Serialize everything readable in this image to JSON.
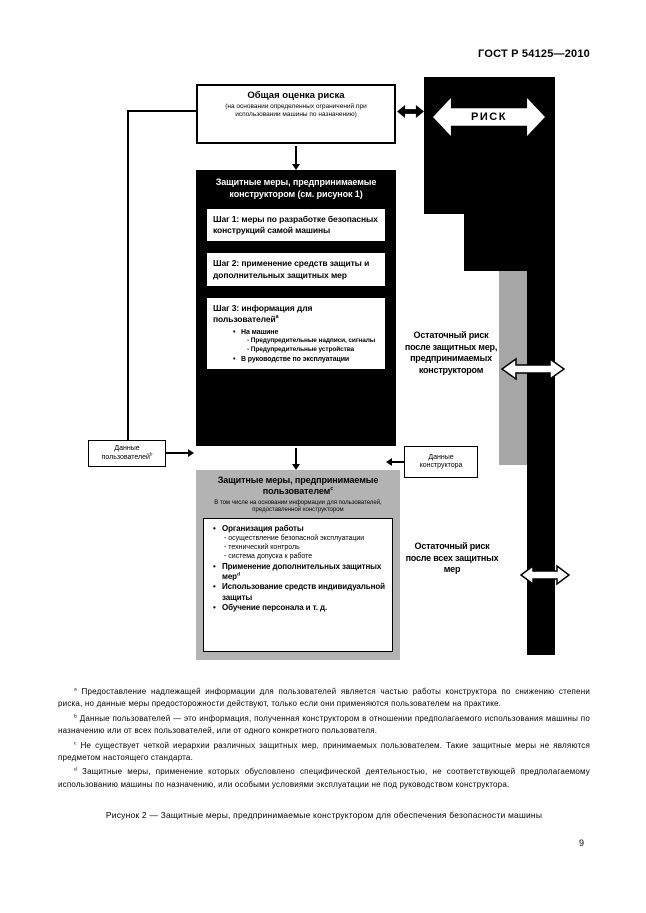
{
  "page": {
    "doc_number": "ГОСТ Р 54125—2010",
    "page_number": "9",
    "figure_caption": "Рисунок 2 — Защитные меры, предпринимаемые конструктором для обеспечения безопасности машины"
  },
  "diagram": {
    "risk_assessment_title": "Общая оценка риска",
    "risk_assessment_subtitle": "(на основании определенных ограничений при использовании машины по назначению)",
    "risk_label": "РИСК",
    "designer_box": {
      "title": "Защитные меры, предпринимаемые конструктором (см. рисунок 1)",
      "step1": "Шаг 1: меры по разработке безопасных конструкций самой машины",
      "step2": "Шаг 2: применение средств защиты и дополнительных защитных мер",
      "step3_title": "Шаг 3: информация для пользователей",
      "step3_sup": "a",
      "step3_item1": "На машине",
      "step3_item1_sub1": "- Предупредительные надписи, сигналы",
      "step3_item1_sub2": "- Предупредительные устройства",
      "step3_item2": "В руководстве по эксплуатации"
    },
    "residual_designer": "Остаточный риск после защитных мер, предпринимаемых конструктором",
    "user_data_label": "Данные пользователей",
    "user_data_sup": "b",
    "designer_data_label": "Данные конструктора",
    "user_box": {
      "title": "Защитные меры, предпринимаемые пользователем",
      "title_sup": "c",
      "subtitle": "В том числе на основании информации для пользователей, предоставленной конструктором",
      "item1": "Организация работы",
      "item1_sub1": "- осуществление безопасной эксплуатации",
      "item1_sub2": "- технический контроль",
      "item1_sub3": "- система допуска к работе",
      "item2": "Применение дополнительных защитных мер",
      "item2_sup": "d",
      "item3": "Использование средств индивидуальной защиты",
      "item4": "Обучение персонала и т. д."
    },
    "residual_all": "Остаточный риск после всех защитных мер"
  },
  "footnotes": [
    {
      "sup": "a",
      "text": "Предоставление надлежащей информации для пользователей является частью работы конструктора по снижению степени риска, но данные меры предосторожности действуют, только если они применяются пользователем на практике."
    },
    {
      "sup": "b",
      "text": "Данные пользователей — это информация, полученная конструктором в отношении предполагаемого использования машины по назначению или от всех пользователей, или от одного конкретного пользователя."
    },
    {
      "sup": "c",
      "text": "Не существует четкой иерархии различных защитных мер, принимаемых пользователем. Такие защитные меры не являются предметом настоящего стандарта."
    },
    {
      "sup": "d",
      "text": "Защитные меры, применение которых обусловлено специфической деятельностью, не соответствующей предполагаемому использованию машины по назначению, или особыми условиями эксплуатации не под руководством конструктора."
    }
  ]
}
